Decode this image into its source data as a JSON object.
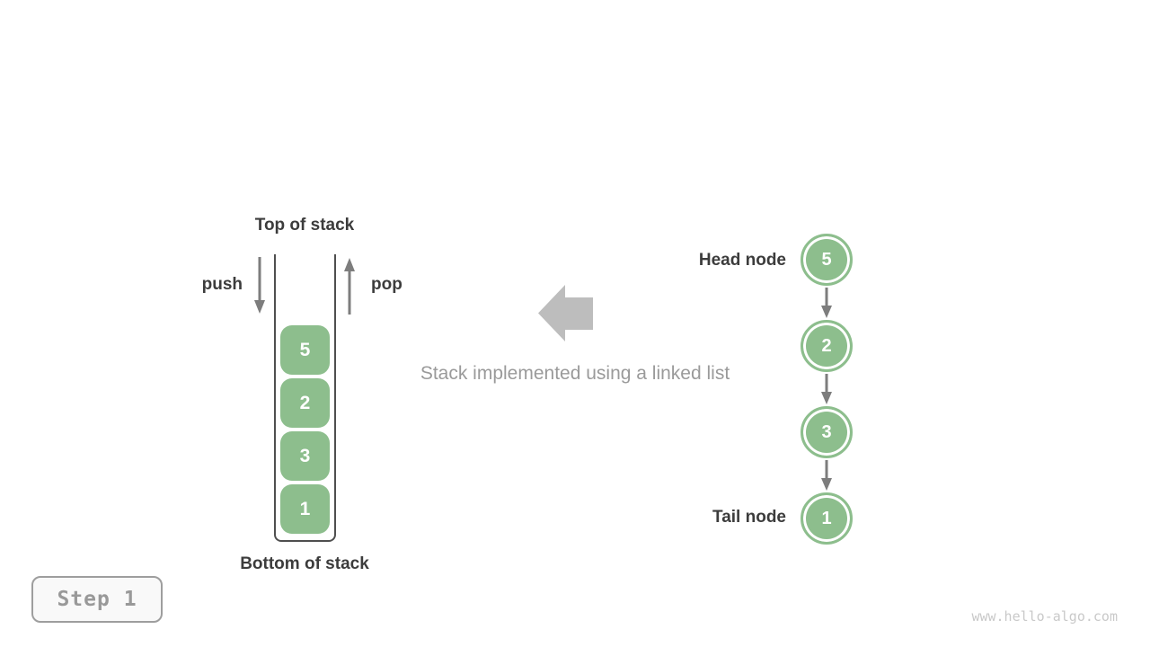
{
  "colors": {
    "green": "#8dbe8d",
    "arrow": "#7d7d7d",
    "big_arrow": "#bdbdbd",
    "dark_text": "#3c3c3c",
    "gray_text": "#9a9a9a",
    "watermark_text": "#c9c9c9",
    "container_line": "#4f4f4f",
    "badge_border": "#9e9e9e",
    "badge_bg": "#f9f9f9",
    "badge_text": "#999999"
  },
  "stack": {
    "top_label": "Top of stack",
    "bottom_label": "Bottom of stack",
    "push_label": "push",
    "pop_label": "pop",
    "values": [
      "5",
      "2",
      "3",
      "1"
    ]
  },
  "caption": "Stack implemented using a linked list",
  "linked_list": {
    "head_label": "Head node",
    "tail_label": "Tail node",
    "values": [
      "5",
      "2",
      "3",
      "1"
    ]
  },
  "step_badge": "Step 1",
  "watermark": "www.hello-algo.com"
}
